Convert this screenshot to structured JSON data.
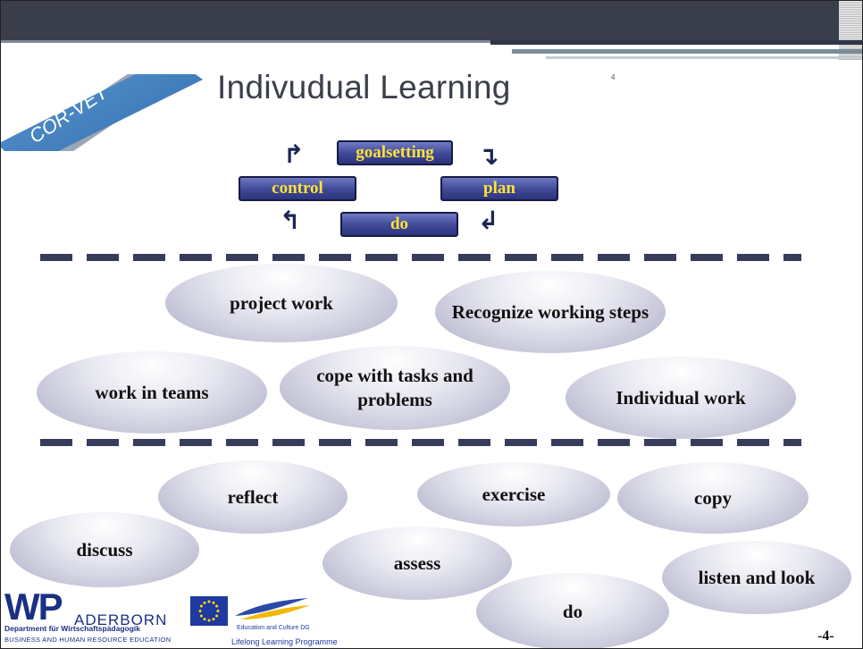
{
  "banner": {
    "label": "COR-VET"
  },
  "title": {
    "text": "Indivudual Learning",
    "superscript": "4"
  },
  "cycle": {
    "goalsetting": "goalsetting",
    "control": "control",
    "plan": "plan",
    "do": "do"
  },
  "bubbles": {
    "project_work": "project work",
    "recognize": "Recognize working steps",
    "work_in_teams": "work in teams",
    "cope": "cope with tasks and problems",
    "individual_work": "Individual work",
    "reflect": "reflect",
    "exercise": "exercise",
    "copy": "copy",
    "discuss": "discuss",
    "assess": "assess",
    "listen": "listen and look",
    "do": "do"
  },
  "footer": {
    "wp": "WP",
    "paderborn": "ADERBORN",
    "dept": "Department für Wirtschaftspädagogik",
    "sub": "BUSINESS AND HUMAN RESOURCE EDUCATION",
    "edu": "Education and Culture DG",
    "llp": "Lifelong Learning Programme",
    "page": "-4-"
  },
  "colors": {
    "topbar": "#3a3d4a",
    "banner": "#4a86c4",
    "cycle_box": "#3e4895",
    "cycle_text": "#ffe23a",
    "dash": "#373c5c"
  }
}
